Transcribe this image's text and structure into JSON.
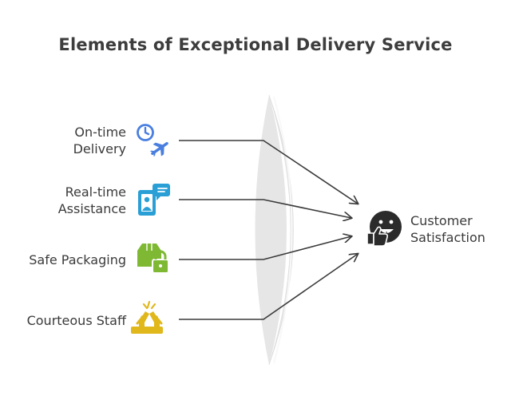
{
  "title": "Elements of Exceptional Delivery Service",
  "inputs": [
    {
      "line1": "On-time",
      "line2": "Delivery",
      "icon": "clock-airplane-icon",
      "color": "#4a7fe0"
    },
    {
      "line1": "Real-time",
      "line2": "Assistance",
      "icon": "phone-chat-icon",
      "color": "#2a9fd6"
    },
    {
      "line1": "Safe Packaging",
      "line2": "",
      "icon": "package-lock-icon",
      "color": "#7fb934"
    },
    {
      "line1": "Courteous Staff",
      "line2": "",
      "icon": "high-five-icon",
      "color": "#e0b81c"
    }
  ],
  "output": {
    "line1": "Customer",
    "line2": "Satisfaction",
    "icon": "smiley-thumbs-up-icon",
    "color": "#2b2b2b"
  },
  "lens_color": "#e6e6e6",
  "line_color": "#3a3a3a"
}
